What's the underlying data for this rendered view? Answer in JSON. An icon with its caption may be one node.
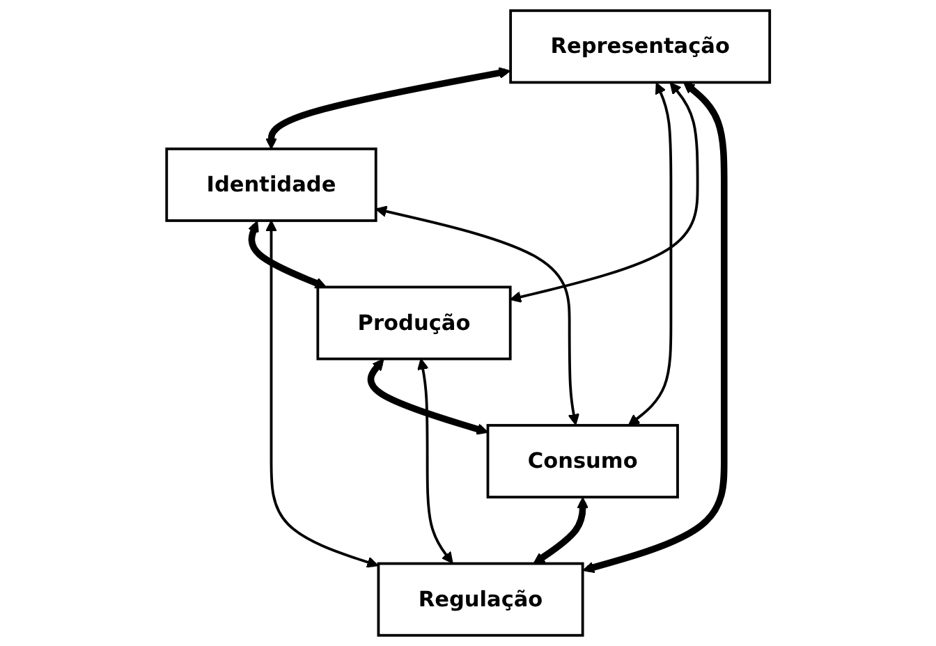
{
  "diagram": {
    "nodes": [
      {
        "text": [
          "Representação"
        ]
      },
      {
        "text": [
          "Regulação"
        ]
      },
      {
        "text": [
          "Identidade"
        ]
      },
      {
        "text": [
          "Consumo"
        ]
      },
      {
        "text": [
          "Produção"
        ]
      }
    ],
    "edges": [
      {
        "from": 0,
        "to": 2,
        "arrow": "both",
        "style": "thick"
      },
      {
        "from": 2,
        "to": 4,
        "arrow": "both",
        "style": "thick"
      },
      {
        "from": 4,
        "to": 3,
        "arrow": "both",
        "style": "thick"
      },
      {
        "from": 3,
        "to": 1,
        "arrow": "both",
        "style": "thick"
      },
      {
        "from": 1,
        "to": 0,
        "arrow": "both",
        "style": "thick"
      },
      {
        "from": 0,
        "to": 3,
        "arrow": "both"
      },
      {
        "from": 0,
        "to": 4,
        "arrow": "both"
      },
      {
        "from": 1,
        "to": 2,
        "arrow": "both"
      },
      {
        "from": 1,
        "to": 4,
        "arrow": "both"
      },
      {
        "from": 3,
        "to": 2,
        "arrow": "both"
      }
    ]
  }
}
